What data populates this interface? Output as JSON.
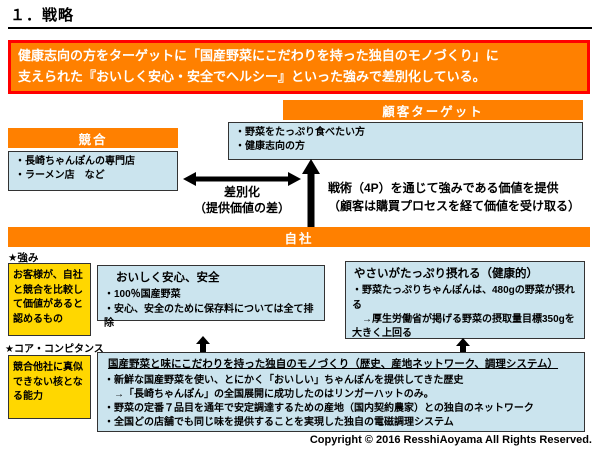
{
  "page": {
    "title": "１．戦略",
    "copyright": "Copyright © 2016 ResshiAoyama All Rights Reserved."
  },
  "summary_box": {
    "line1": "健康志向の方をターゲットに「国産野菜にこだわりを持った独自のモノづくり」に",
    "line2": "支えられた『おいしく安心・安全でヘルシー』といった強みで差別化している。"
  },
  "customer_target": {
    "header": "顧客ターゲット",
    "items": [
      "・野菜をたっぷり食べたい方",
      "・健康志向の方"
    ]
  },
  "competition": {
    "header": "競合",
    "items": [
      "・長崎ちゃんぽんの専門店",
      "・ラーメン店　など"
    ]
  },
  "differentiation": {
    "label": "差別化",
    "sublabel": "（提供価値の差）"
  },
  "tactics": {
    "line1": "戦術（4P）を通じて強みである価値を提供",
    "line2": "（顧客は購買プロセスを経て価値を受け取る）"
  },
  "company": {
    "header": "自社"
  },
  "strengths": {
    "label": "★強み",
    "definition": "お客様が、自社と競合を比較して価値があると認めるもの",
    "box1": {
      "title": "おいしく安心、安全",
      "items": [
        "・100％国産野菜",
        "・安心、安全のために保存料については全て排除"
      ]
    },
    "box2": {
      "title": "やさいがたっぷり摂れる（健康的）",
      "items": [
        "・野菜たっぷりちゃんぽんは、480gの野菜が摂れる",
        "　→厚生労働省が掲げる野菜の摂取量目標350gを大きく上回る"
      ]
    }
  },
  "core_competence": {
    "label": "★コア・コンピタンス",
    "definition": "競合他社に真似できない核となる能力",
    "box": {
      "title": "国産野菜と味にこだわりを持った独自のモノづくり（歴史、産地ネットワーク、調理システム）",
      "items": [
        "・新鮮な国産野菜を使い、とにかく「おいしい」ちゃんぽんを提供してきた歴史",
        "　→「長崎ちゃんぽん」の全国展開に成功したのはリンガーハットのみ。",
        "・野菜の定番７品目を通年で安定調達するための産地（国内契約農家）との独自のネットワーク",
        "・全国どの店舗でも同じ味を提供することを実現した独自の電磁調理システム"
      ]
    }
  },
  "colors": {
    "orange": "#FF8000",
    "red_border": "#FF0000",
    "light_blue": "#CBE4EE",
    "yellow": "#FFD700",
    "arrow": "#000000"
  }
}
